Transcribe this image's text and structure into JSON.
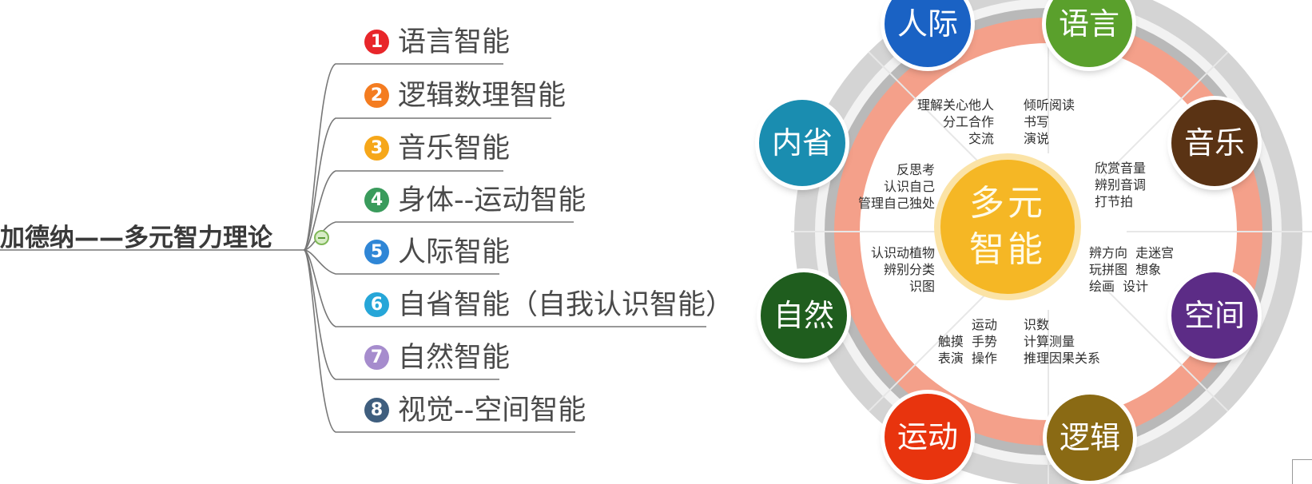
{
  "mindmap": {
    "root": "加德纳——多元智力理论",
    "branches": [
      {
        "num": "1",
        "label": "语言智能",
        "color": "#e8262a"
      },
      {
        "num": "2",
        "label": "逻辑数理智能",
        "color": "#f47c20"
      },
      {
        "num": "3",
        "label": "音乐智能",
        "color": "#f6a71a"
      },
      {
        "num": "4",
        "label": "身体--运动智能",
        "color": "#3a9b5c"
      },
      {
        "num": "5",
        "label": "人际智能",
        "color": "#2f86d6"
      },
      {
        "num": "6",
        "label": "自省智能（自我认识智能）",
        "color": "#26a6d8"
      },
      {
        "num": "7",
        "label": "自然智能",
        "color": "#a68ccd"
      },
      {
        "num": "8",
        "label": "视觉--空间智能",
        "color": "#3f5e7e"
      }
    ]
  },
  "wheel": {
    "center": [
      "多元",
      "智能"
    ],
    "nodes": {
      "interpersonal": "人际",
      "linguistic": "语言",
      "intrapersonal": "内省",
      "musical": "音乐",
      "naturalist": "自然",
      "spatial": "空间",
      "kinesthetic": "运动",
      "logical": "逻辑"
    },
    "texts": {
      "interpersonal": "理解关心他人\n分工合作\n交流",
      "linguistic": "倾听阅读\n书写\n演说",
      "intrapersonal": "反思考\n认识自己\n管理自己独处",
      "musical": "欣赏音量\n辨别音调\n打节拍",
      "naturalist": "认识动植物\n辨别分类\n识图",
      "spatial": "辨方向  走迷宫\n玩拼图  想象\n绘画  设计",
      "kinesthetic": "运动\n触摸  手势\n表演  操作",
      "logical": "识数\n计算测量\n推理因果关系"
    },
    "colors": {
      "interpersonal": "#1a62c4",
      "linguistic": "#5aa02c",
      "intrapersonal": "#1a8db0",
      "musical": "#5a3314",
      "naturalist": "#1f5d1e",
      "spatial": "#5c2c86",
      "kinesthetic": "#e8340e",
      "logical": "#8a6a14",
      "center": "#f5b725",
      "ring": "#f4a08a"
    }
  }
}
